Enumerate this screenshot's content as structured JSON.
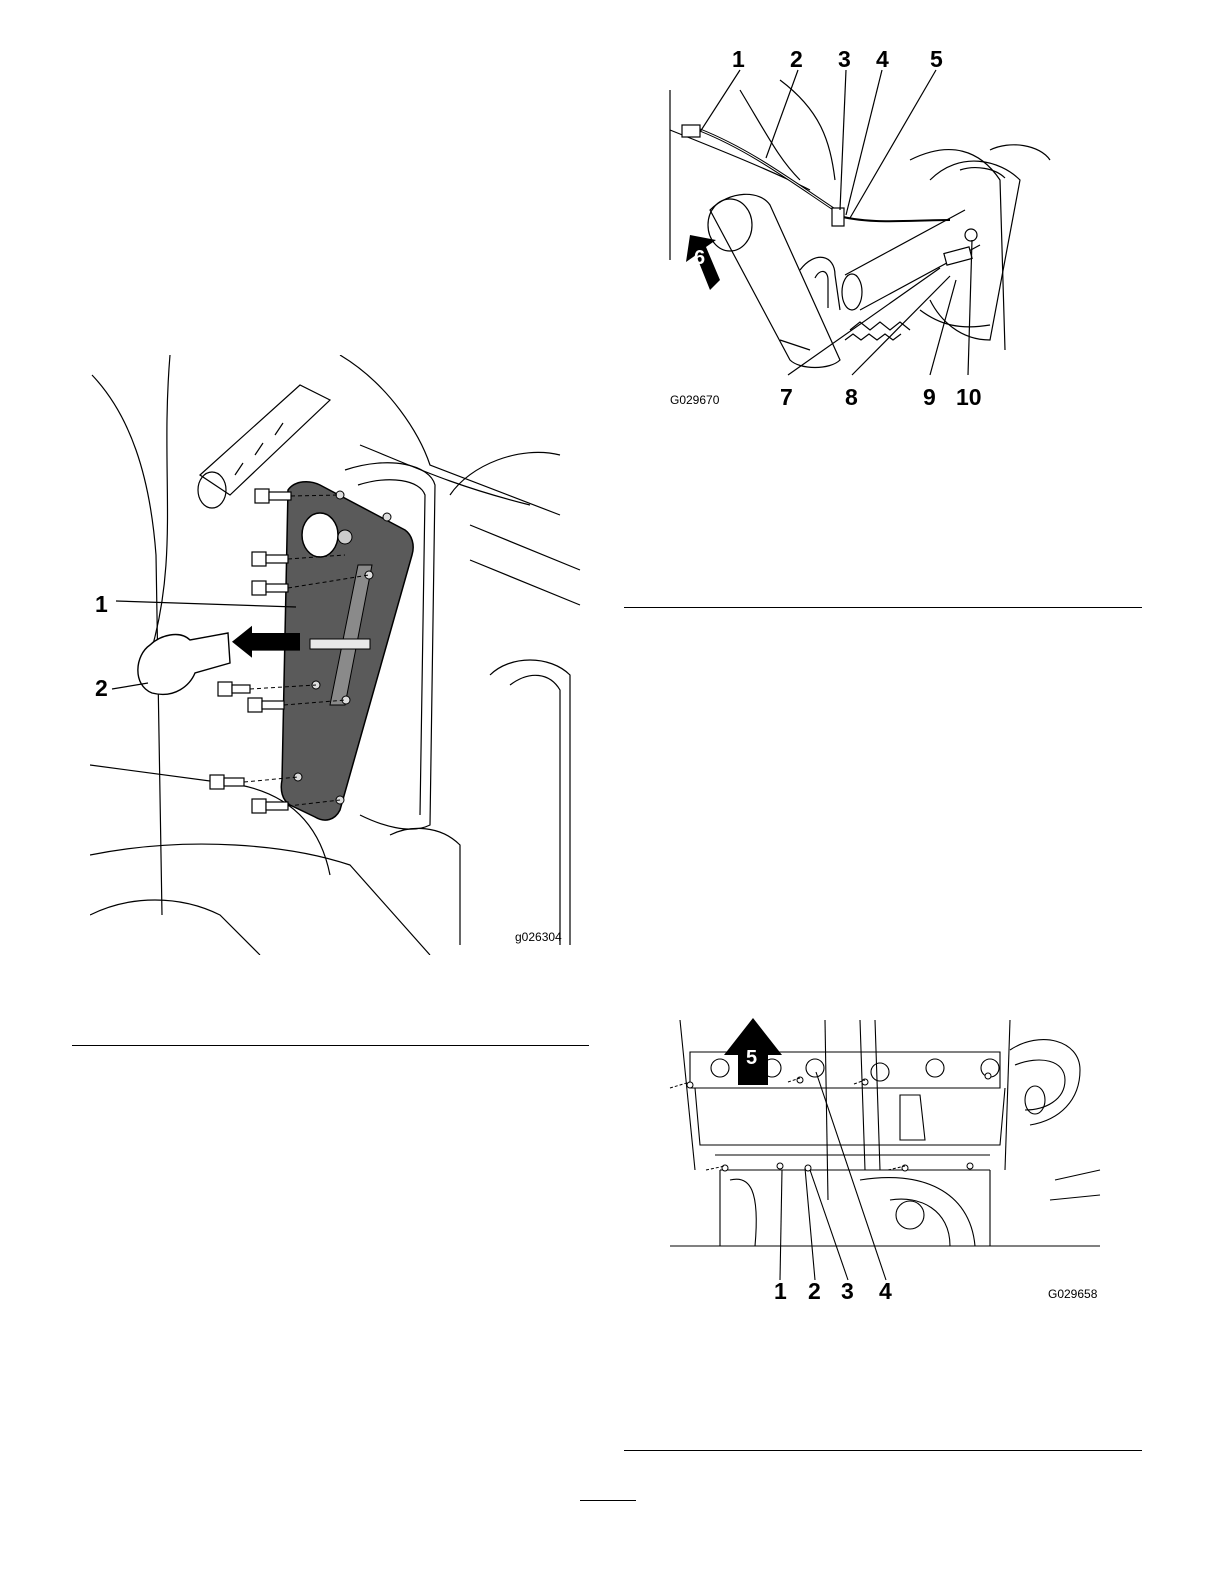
{
  "figures": {
    "shifter": {
      "id": "g026304",
      "callouts": [
        "1",
        "2"
      ]
    },
    "cable": {
      "id": "G029670",
      "callouts": [
        "1",
        "2",
        "3",
        "4",
        "5",
        "6",
        "7",
        "8",
        "9",
        "10"
      ]
    },
    "panel": {
      "id": "G029658",
      "callouts": [
        "1",
        "2",
        "3",
        "4",
        "5"
      ]
    }
  }
}
